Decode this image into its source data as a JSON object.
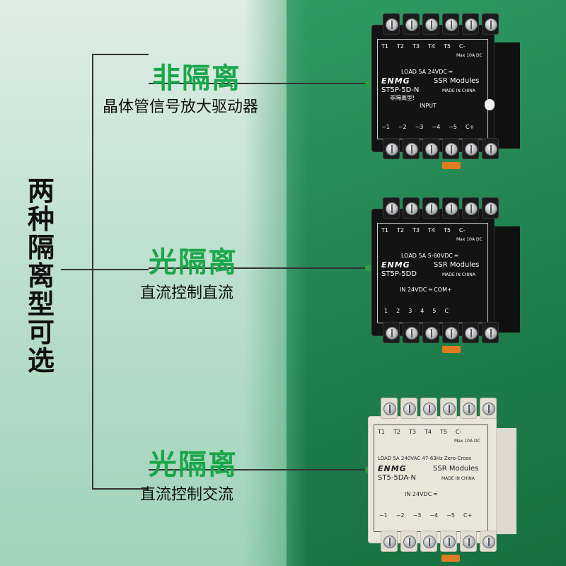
{
  "title_vertical": [
    "两",
    "种",
    "隔",
    "离",
    "型",
    "可",
    "选"
  ],
  "groups": [
    {
      "title": "非隔离",
      "subtitle": "晶体管信号放大驱动器"
    },
    {
      "title": "光隔离",
      "subtitle": "直流控制直流"
    },
    {
      "title": "光隔离",
      "subtitle": "直流控制交流"
    }
  ],
  "modules": [
    {
      "color": "black",
      "terminals_top": [
        "T1",
        "T2",
        "T3",
        "T4",
        "T5",
        "C-"
      ],
      "max_note": "Max 10A DC",
      "load": "LOAD 5A 24VDC ═",
      "brand": "ENMG",
      "ssr": "SSR Modules",
      "model": "ST5P-5D-N",
      "made": "MADE IN CHINA",
      "note": "非隔离型!",
      "input_label": "INPUT",
      "terminals_bottom": [
        "−1",
        "−2",
        "−3",
        "−4",
        "−5",
        "C+"
      ]
    },
    {
      "color": "black",
      "terminals_top": [
        "T1",
        "T2",
        "T3",
        "T4",
        "T5",
        "C-"
      ],
      "max_note": "Max 10A DC",
      "load": "LOAD 5A 5-60VDC ═",
      "brand": "ENMG",
      "ssr": "SSR Modules",
      "model": "ST5P-5DD",
      "made": "MADE IN CHINA",
      "note": "",
      "input_label": "IN 24VDC ═ COM+",
      "terminals_bottom": [
        "1",
        "2",
        "3",
        "4",
        "5",
        "C"
      ]
    },
    {
      "color": "white",
      "terminals_top": [
        "T1",
        "T2",
        "T3",
        "T4",
        "T5",
        "C-"
      ],
      "max_note": "Max 10A DC",
      "load": "LOAD 5A 240VAC 47-63Hz Zero-Cross",
      "brand": "ENMG",
      "ssr": "SSR Modules",
      "model": "ST5-5DA-N",
      "made": "MADE IN CHINA",
      "note": "",
      "input_label": "IN 24VDC ═",
      "terminals_bottom": [
        "−1",
        "−2",
        "−3",
        "−4",
        "−5",
        "C+"
      ]
    }
  ],
  "colors": {
    "accent_green": "#1aa64b",
    "bg_dark_green": "#1f7f4d",
    "dot_green": "#2e9a45"
  }
}
